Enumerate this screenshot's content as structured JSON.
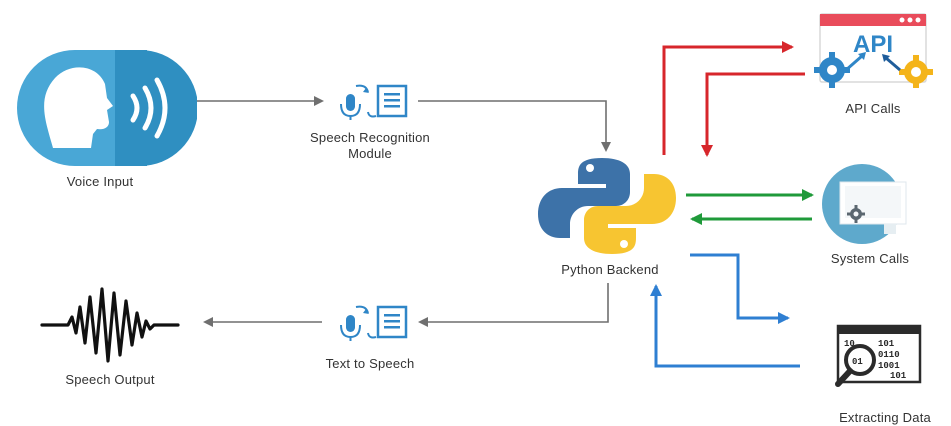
{
  "diagram": {
    "nodes": {
      "voice_input": {
        "label": "Voice Input",
        "icon": "speaking-head-icon"
      },
      "speech_recognition": {
        "label_line1": "Speech Recognition",
        "label_line2": "Module",
        "icon": "microphone-document-icon"
      },
      "python_backend": {
        "label": "Python Backend",
        "icon": "python-logo-icon"
      },
      "api_calls": {
        "label": "API Calls",
        "icon": "api-gears-icon",
        "badge": "API"
      },
      "system_calls": {
        "label": "System Calls",
        "icon": "monitor-gear-icon"
      },
      "extracting_data": {
        "label": "Extracting Data",
        "icon": "binary-magnifier-icon"
      },
      "text_to_speech": {
        "label": "Text to Speech",
        "icon": "microphone-document-icon"
      },
      "speech_output": {
        "label": "Speech Output",
        "icon": "sound-wave-icon"
      }
    },
    "colors": {
      "flow": "#6f6f6f",
      "api": "#d7262b",
      "system": "#1f9a3a",
      "data": "#2f7fd2",
      "voice_circle": "#2f8fc1",
      "voice_circle_light": "#49a7d6",
      "python_blue": "#3d72a8",
      "python_yellow": "#f7c531",
      "system_circle": "#5ea9cc",
      "icon_blue": "#2f86c7"
    }
  }
}
